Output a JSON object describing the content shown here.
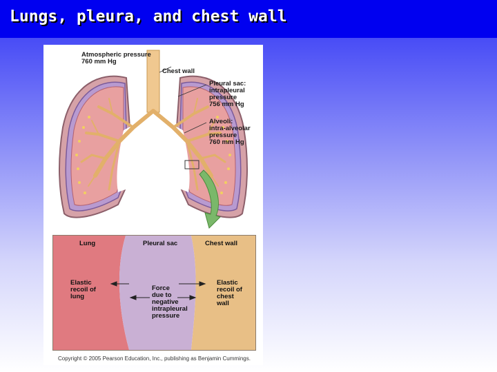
{
  "slide": {
    "title": "Lungs, pleura, and chest wall"
  },
  "figure": {
    "labels": {
      "atmospheric": "Atmospheric pressure\n760 mm Hg",
      "chest_wall": "Chest wall",
      "pleural_sac": "Pleural sac:\nintrapleural\npressure\n756 mm Hg",
      "alveoli": "Alveoli:\nintra-alveolar\npressure\n760 mm Hg"
    },
    "detail": {
      "headers": {
        "lung": "Lung",
        "pleural_sac": "Pleural sac",
        "chest_wall": "Chest wall"
      },
      "lung_force": "Elastic\nrecoil of\nlung",
      "pleural_force": "Force\ndue to\nnegative\nintrapleural\npressure",
      "chest_force": "Elastic\nrecoil of\nchest\nwall"
    },
    "copyright": "Copyright © 2005 Pearson Education, Inc., publishing as Benjamin Cummings.",
    "colors": {
      "lung_zone": "#e07a80",
      "pleural_zone": "#c9b0d4",
      "chest_zone": "#e8bf86",
      "lung_tissue": "#e8a0a0",
      "bronchi": "#e2b06a",
      "pleura": "#9a7ab8"
    }
  }
}
